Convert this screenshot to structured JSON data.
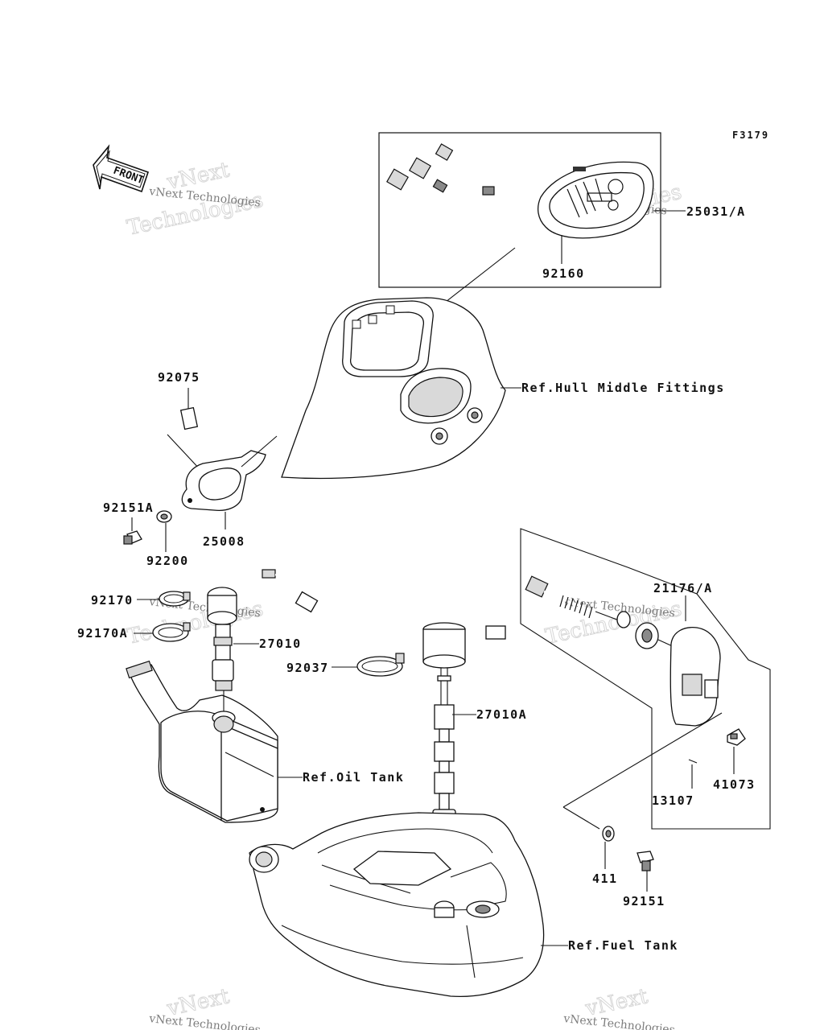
{
  "diagram_code": "F3179",
  "front_label": "FRONT",
  "labels": {
    "p25031": "25031/A",
    "p92160": "92160",
    "ref_hull": "Ref.Hull Middle Fittings",
    "p92075": "92075",
    "p92151A": "92151A",
    "p25008": "25008",
    "p92200": "92200",
    "p92170": "92170",
    "p92170A": "92170A",
    "p27010": "27010",
    "p92037": "92037",
    "p27010A": "27010A",
    "p21176": "21176/A",
    "ref_oil": "Ref.Oil Tank",
    "p13107": "13107",
    "p41073": "41073",
    "p411": "411",
    "p92151": "92151",
    "ref_fuel": "Ref.Fuel Tank"
  },
  "watermark": {
    "line1": "vNext Technologies",
    "line2": "Technologies",
    "line3": "vNext"
  }
}
